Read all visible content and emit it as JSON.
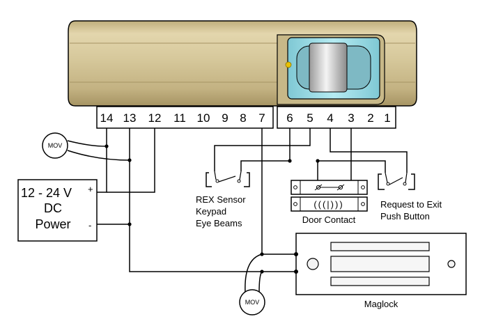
{
  "terminals": {
    "left": [
      "14",
      "13",
      "12",
      "11",
      "10",
      "9",
      "8",
      "7"
    ],
    "right": [
      "6",
      "5",
      "4",
      "3",
      "2",
      "1"
    ]
  },
  "power": {
    "line1": "12 - 24 V",
    "line2": "DC",
    "line3": "Power",
    "plus": "+",
    "minus": "-"
  },
  "mov_top": "MOV",
  "mov_bottom": "MOV",
  "rex": {
    "line1": "REX Sensor",
    "line2": "Keypad",
    "line3": "Eye Beams"
  },
  "door_contact": {
    "label": "Door Contact",
    "coil_text": "(((|)))"
  },
  "request_exit": {
    "line1": "Request to Exit",
    "line2": "Push Button"
  },
  "maglock": {
    "label": "Maglock"
  },
  "colors": {
    "housing": "#d4c59a",
    "housing_dark": "#a8986a",
    "window": "#9fdde6",
    "led": "#e8c000",
    "magnet": "#f4f4f4"
  }
}
